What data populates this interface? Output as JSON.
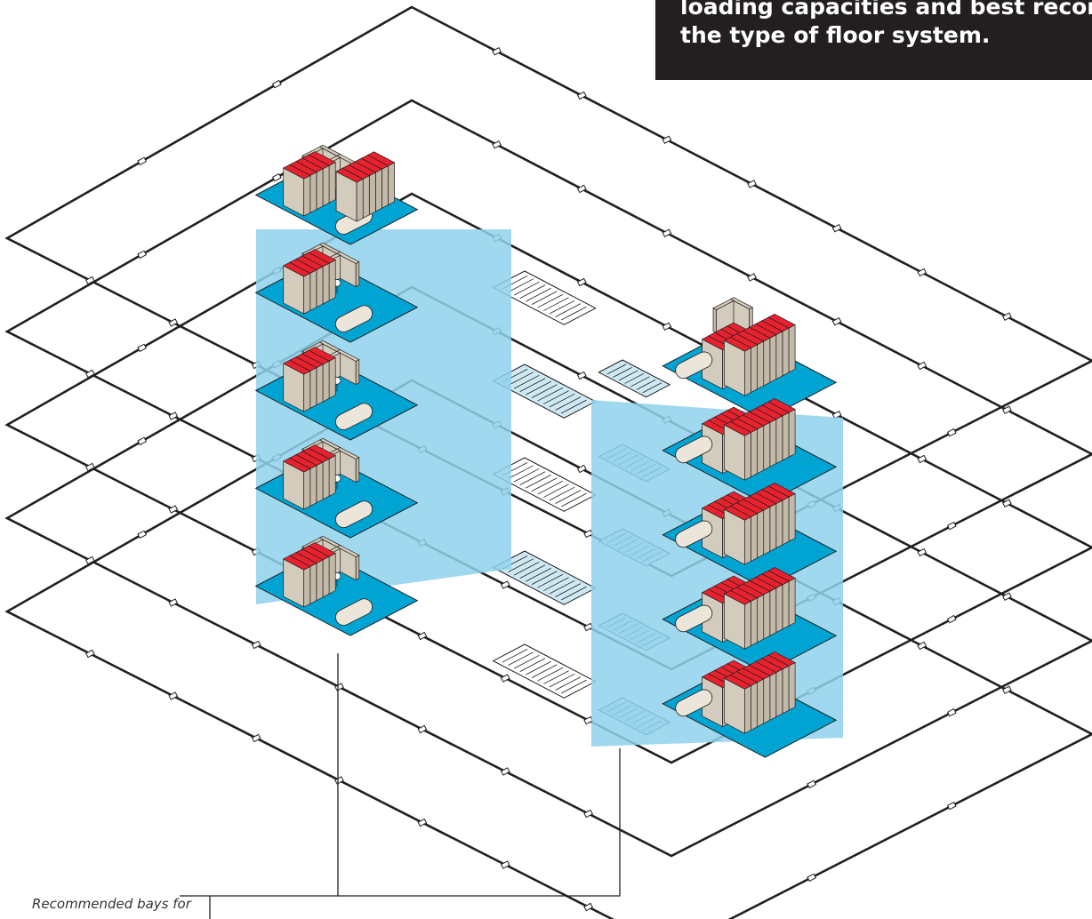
{
  "callout": {
    "line1": "loading capacities and best recom",
    "line2": "the type of floor system."
  },
  "caption": "Recommended bays for",
  "colors": {
    "panel_blue": "#00a4d3",
    "column_light_blue": "#8fd2ec",
    "shelving_red": "#e8212e",
    "furniture_tan": "#d3cbbc",
    "outline": "#231f20",
    "callout_bg": "#231f20"
  },
  "diagram": {
    "floor_count": 5,
    "left_stack_levels": 5,
    "right_stack_levels": 5
  }
}
